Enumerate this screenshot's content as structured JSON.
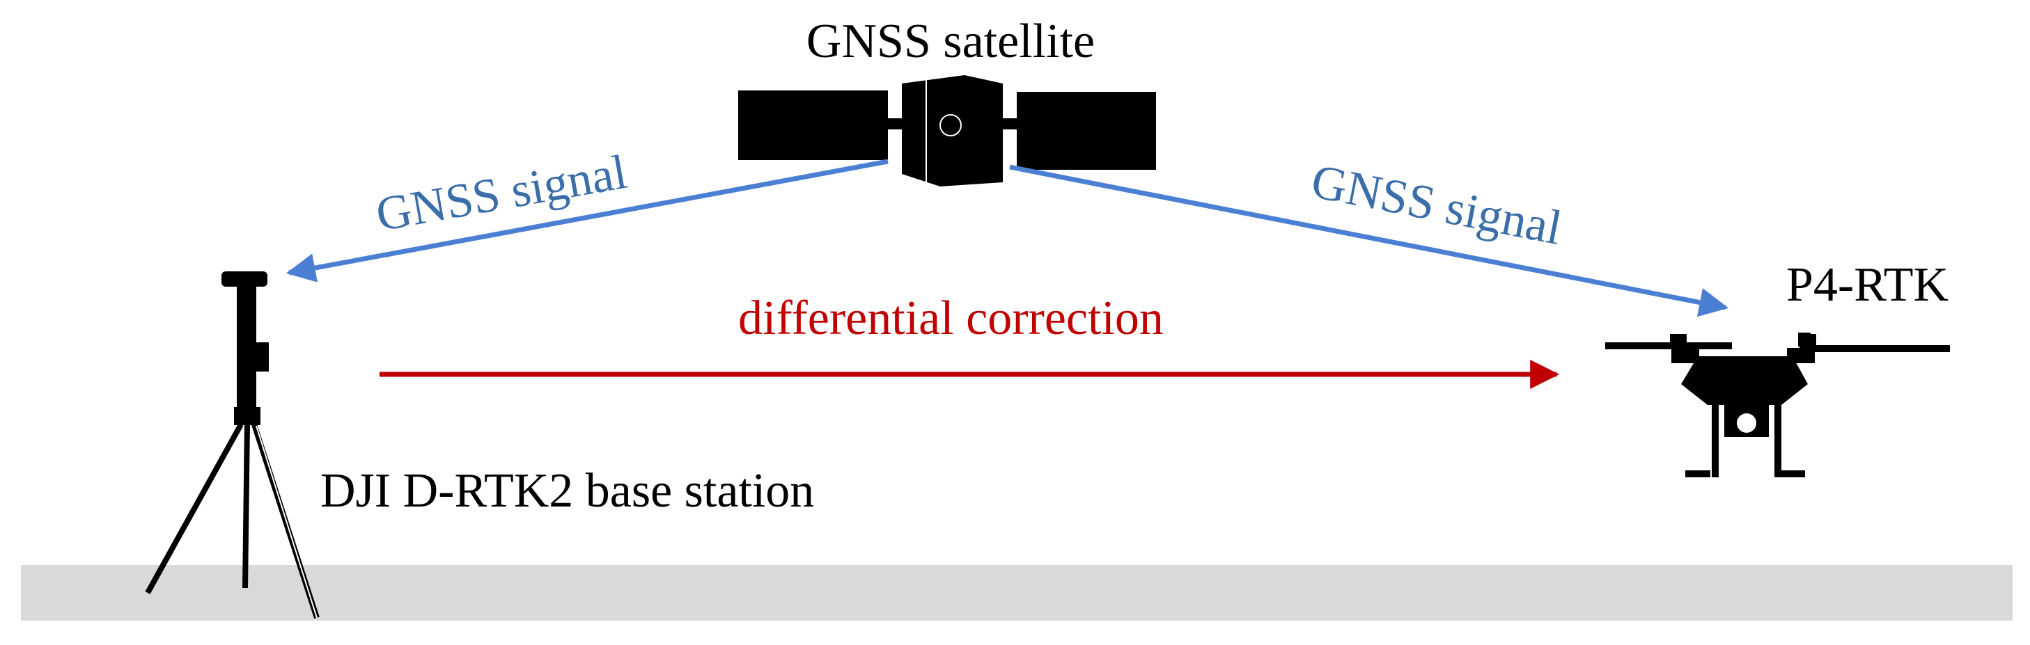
{
  "labels": {
    "satellite": "GNSS satellite",
    "signal_left": "GNSS signal",
    "signal_right": "GNSS signal",
    "correction": "differential correction",
    "drone": "P4-RTK",
    "base_station": "DJI D-RTK2 base station"
  },
  "colors": {
    "signal": "#4a7fd4",
    "signal_text": "#3a6ea8",
    "correction": "#c00000",
    "text": "#000000",
    "ground": "#d9d9d9",
    "silhouette": "#000000"
  },
  "icons": {
    "satellite": "satellite-icon",
    "base_station": "tripod-base-station-icon",
    "drone": "drone-icon"
  }
}
